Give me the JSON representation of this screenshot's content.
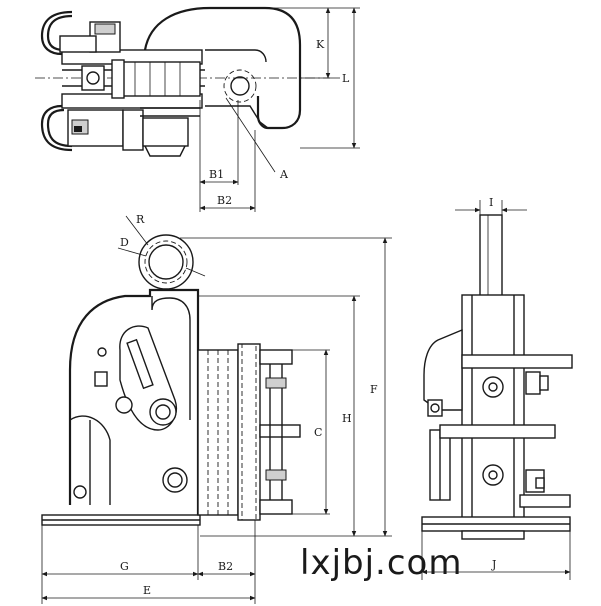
{
  "diagram": {
    "labels": {
      "K": "K",
      "L": "L",
      "A": "A",
      "B1": "B1",
      "B2_top": "B2",
      "R": "R",
      "D": "D",
      "F": "F",
      "H": "H",
      "C": "C",
      "G": "G",
      "B2_bottom": "B2",
      "E": "E",
      "I": "I",
      "J": "J"
    },
    "watermark": "lxjbj.com"
  }
}
